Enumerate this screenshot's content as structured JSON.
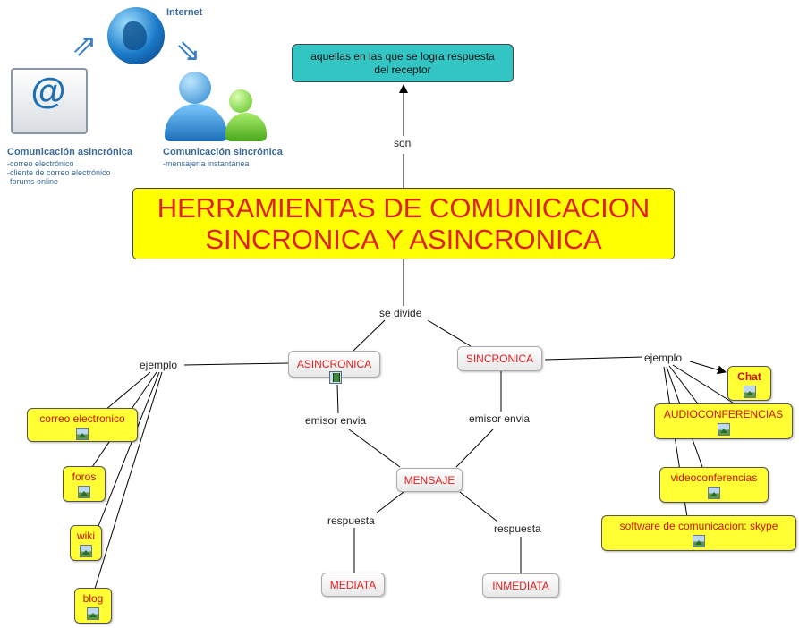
{
  "illustration": {
    "internet_label": "Internet",
    "async_title": "Comunicación asincrónica",
    "async_items": [
      "-correo electrónico",
      "-cliente de correo electrónico",
      "-forums online"
    ],
    "sync_title": "Comunicación sincrónica",
    "sync_items": [
      "-mensajería instantánea"
    ]
  },
  "main_node": {
    "line1": "HERRAMIENTAS DE COMUNICACION",
    "line2": "SINCRONICA Y ASINCRONICA"
  },
  "top_node": {
    "line1": "aquellas en las que se logra respuesta",
    "line2": "del receptor"
  },
  "links": {
    "son": "son",
    "se_divide": "se divide",
    "ejemplo_left": "ejemplo",
    "ejemplo_right": "ejemplo",
    "emisor_envia_left": "emisor envia",
    "emisor_envia_right": "emisor envia",
    "respuesta_left": "respuesta",
    "respuesta_right": "respuesta"
  },
  "concepts": {
    "asincronica": "ASINCRONICA",
    "sincronica": "SINCRONICA",
    "mensaje": "MENSAJE",
    "mediata": "MEDIATA",
    "inmediata": "INMEDIATA"
  },
  "left_examples": [
    "correo electronico",
    "foros",
    "wiki",
    "blog"
  ],
  "right_examples": [
    "Chat",
    "AUDIOCONFERENCIAS",
    "videoconferencias",
    "software de comunicacion: skype"
  ],
  "icons": {
    "image_resource": "image-icon",
    "video_resource": "film-icon",
    "at_symbol": "@"
  },
  "colors": {
    "main_fill": "#ffff00",
    "main_text": "#e02020",
    "top_fill": "#33c4c4",
    "example_fill": "#ffff33",
    "concept_text": "#e02020"
  }
}
